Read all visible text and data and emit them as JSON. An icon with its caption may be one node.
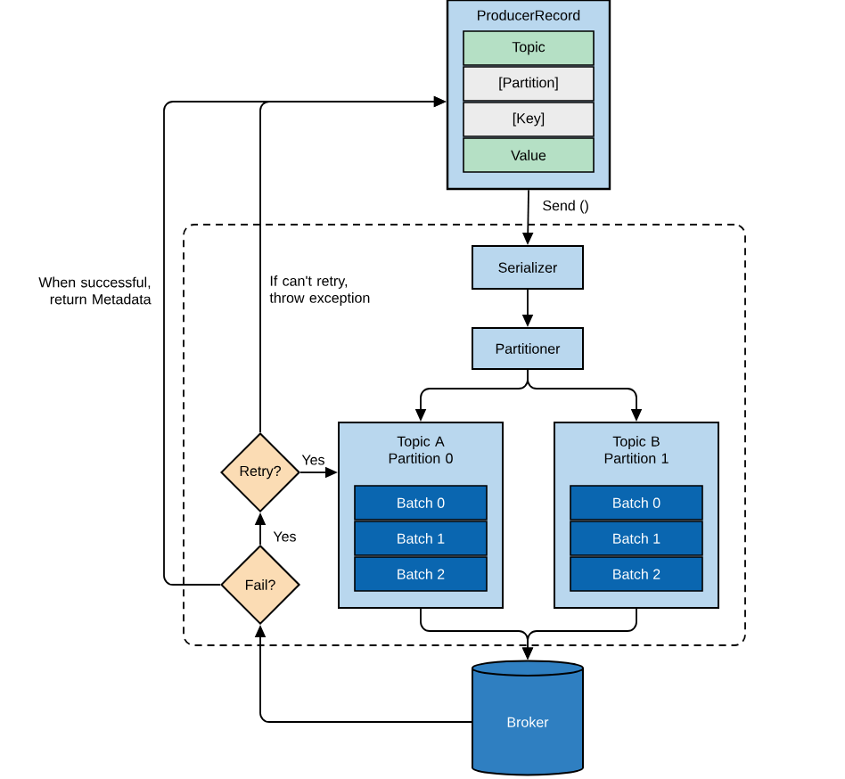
{
  "diagram": {
    "nodes": [
      {
        "text": [
          "ProducerRecord"
        ]
      },
      {
        "text": [
          "Topic"
        ],
        "in": 0
      },
      {
        "text": [
          "[Partition]"
        ],
        "in": 0
      },
      {
        "text": [
          "[Key]"
        ],
        "in": 0
      },
      {
        "text": [
          "Value"
        ],
        "in": 0
      },
      {
        "text": [],
        "shape": "box"
      },
      {
        "text": [
          "Serializer"
        ],
        "in": 5
      },
      {
        "text": [
          "Partitioner"
        ],
        "in": 5
      },
      {
        "text": [
          "Topic A Partition 0"
        ],
        "in": 5
      },
      {
        "text": [
          "Batch 0"
        ],
        "in": 8
      },
      {
        "text": [
          "Batch 1"
        ],
        "in": 8
      },
      {
        "text": [
          "Batch 2"
        ],
        "in": 8
      },
      {
        "text": [
          "Topic B Partition 1"
        ],
        "in": 5
      },
      {
        "text": [
          "Batch 0"
        ],
        "in": 12
      },
      {
        "text": [
          "Batch 1"
        ],
        "in": 12
      },
      {
        "text": [
          "Batch 2"
        ],
        "in": 12
      },
      {
        "text": [
          "Retry?"
        ],
        "in": 5
      },
      {
        "text": [
          "Fail?"
        ],
        "in": 5
      },
      {
        "text": [
          "Broker"
        ]
      }
    ],
    "edges": [
      {
        "from": 0,
        "to": 6,
        "arrow": "to",
        "label": "Send ()"
      },
      {
        "from": 6,
        "to": 7,
        "arrow": "to"
      },
      {
        "from": 7,
        "to": 8,
        "arrow": "to"
      },
      {
        "from": 7,
        "to": 12,
        "arrow": "to"
      },
      {
        "from": 8,
        "to": 18,
        "arrow": "to"
      },
      {
        "from": 12,
        "to": 18,
        "arrow": "to"
      },
      {
        "from": 18,
        "to": 17,
        "arrow": "to"
      },
      {
        "from": 17,
        "to": 16,
        "arrow": "to",
        "label": "Yes"
      },
      {
        "from": 16,
        "to": 8,
        "arrow": "to",
        "label": "Yes"
      },
      {
        "from": 17,
        "to": 0,
        "arrow": "to",
        "label": "When successful, return Metadata"
      },
      {
        "from": 16,
        "to": 0,
        "arrow": "to",
        "label": "If can't retry, throw exception"
      }
    ]
  }
}
